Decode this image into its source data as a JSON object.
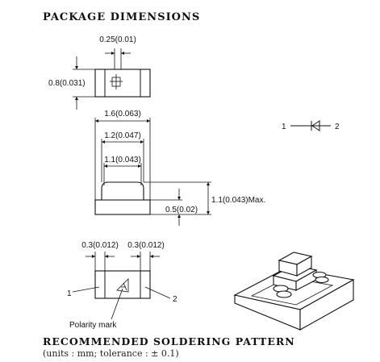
{
  "titles": {
    "package_dimensions": "PACKAGE DIMENSIONS",
    "soldering_pattern": "RECOMMENDED SOLDERING PATTERN",
    "units_note": "(units : mm; tolerance : ± 0.1)"
  },
  "dimensions": {
    "top_pad_width": "0.25(0.01)",
    "top_height": "0.8(0.031)",
    "overall_width": "1.6(0.063)",
    "body_width": "1.2(0.047)",
    "lens_width": "1.1(0.043)",
    "total_height": "1.1(0.043)Max.",
    "base_height": "0.5(0.02)",
    "pad_left": "0.3(0.012)",
    "pad_right": "0.3(0.012)"
  },
  "labels": {
    "pin1": "1",
    "pin2": "2",
    "polarity": "Polarity mark",
    "symbol_pin1": "1",
    "symbol_pin2": "2"
  }
}
